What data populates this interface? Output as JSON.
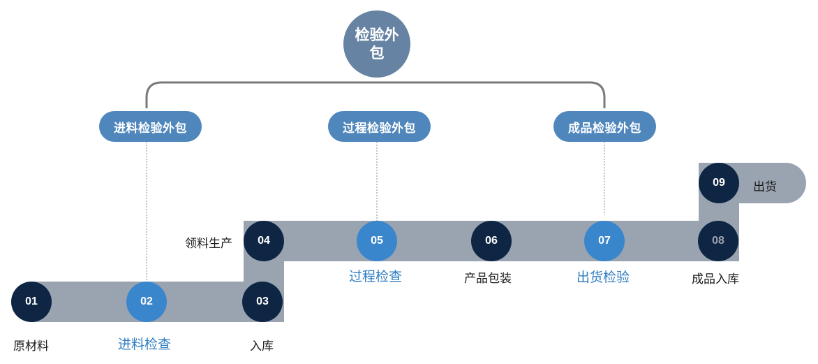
{
  "root": {
    "label": "检验外包"
  },
  "categories": [
    {
      "label": "进料检验外包"
    },
    {
      "label": "过程检验外包"
    },
    {
      "label": "成品检验外包"
    }
  ],
  "steps": [
    {
      "number": "01",
      "label": "原材料",
      "kind": "normal"
    },
    {
      "number": "02",
      "label": "进料检查",
      "kind": "inspection"
    },
    {
      "number": "03",
      "label": "入库",
      "kind": "normal"
    },
    {
      "number": "04",
      "label": "领料生产",
      "kind": "normal"
    },
    {
      "number": "05",
      "label": "过程检查",
      "kind": "inspection"
    },
    {
      "number": "06",
      "label": "产品包装",
      "kind": "normal"
    },
    {
      "number": "07",
      "label": "出货检验",
      "kind": "inspection"
    },
    {
      "number": "08",
      "label": "成品入库",
      "kind": "normal"
    },
    {
      "number": "09",
      "label": "出货",
      "kind": "normal"
    }
  ],
  "colors": {
    "track": "#9aa4b1",
    "step_dark": "#0e2544",
    "step_blue": "#3a86cd",
    "root_fill": "#6683a3",
    "category_fill": "#4f86bc",
    "bracket": "#7a7a7a",
    "inspection_text": "#2f7dc2"
  }
}
